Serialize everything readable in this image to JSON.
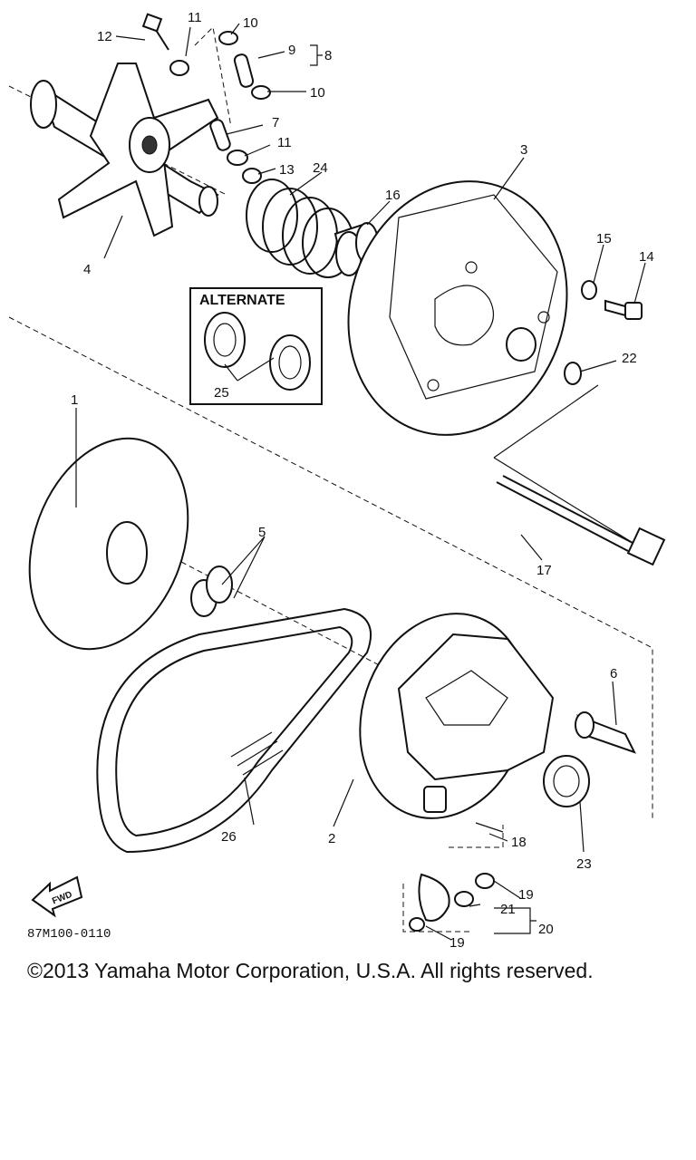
{
  "diagram": {
    "drawing_code": "87M100-0110",
    "alternate_label": "ALTERNATE",
    "fwd_label": "FWD",
    "callouts": [
      "1",
      "2",
      "3",
      "4",
      "5",
      "6",
      "7",
      "8",
      "9",
      "10",
      "10",
      "11",
      "11",
      "12",
      "13",
      "14",
      "15",
      "16",
      "17",
      "18",
      "19",
      "19",
      "20",
      "21",
      "22",
      "23",
      "24",
      "25",
      "26"
    ]
  },
  "footer": {
    "copyright": "©2013 Yamaha Motor Corporation, U.S.A. All rights reserved."
  }
}
